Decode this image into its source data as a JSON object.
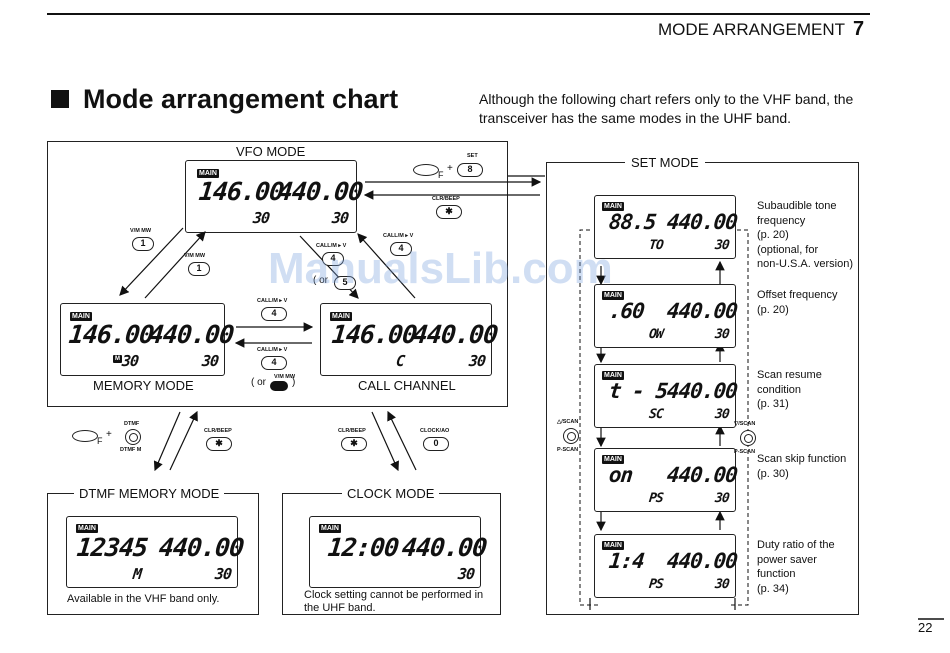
{
  "header": {
    "section_title": "MODE ARRANGEMENT",
    "section_number": "7"
  },
  "heading": "Mode arrangement chart",
  "intro": "Although the following chart refers only to the VHF band, the transceiver has the same modes in the UHF band.",
  "watermark": "ManualsLib.com",
  "page_number": "22",
  "main_badge": "MAIN",
  "vfo": {
    "title": "VFO MODE",
    "freq_a": "146.00",
    "freq_b": "440.00",
    "sub_a": "30",
    "sub_b": "30"
  },
  "memory": {
    "label": "MEMORY MODE",
    "freq_a": "146.00",
    "freq_b": "440.00",
    "sub_a": "30",
    "sub_b": "30",
    "mem_icon": "M"
  },
  "call": {
    "label": "CALL CHANNEL",
    "freq_a": "146.00",
    "freq_b": "440.00",
    "sub_a": "C",
    "sub_b": "30"
  },
  "keys": {
    "f_label": "F",
    "plus": "+",
    "set": "SET",
    "set_key": "8",
    "clr_beep": "CLR/BEEP",
    "clr_key": "✱",
    "vm_mw": "V/M MW",
    "vm_key": "1",
    "call_mv": "CALL/M ▸ V",
    "call_key": "4",
    "call_key_alt": "5",
    "dtmf": "DTMF",
    "dtmf_m": "DTMF M",
    "clock_ao": "CLOCK/AO",
    "clock_key": "0",
    "or_text": "( or",
    "close_paren": ")",
    "up_scan": "△/SCAN",
    "down_scan": "▽/SCAN",
    "p_scan": "P-SCAN"
  },
  "dtmf_mode": {
    "title": "DTMF MEMORY MODE",
    "freq_a": "12345",
    "freq_b": "440.00",
    "sub_a": "M",
    "sub_b": "30",
    "note": "Available in the VHF band only."
  },
  "clock_mode": {
    "title": "CLOCK MODE",
    "freq_a": "12:00",
    "freq_b": "440.00",
    "sub_b": "30",
    "note": "Clock setting cannot be performed in the UHF band."
  },
  "set_mode": {
    "title": "SET MODE",
    "items": [
      {
        "freq_a": "88.5",
        "freq_b": "440.00",
        "sub_a": "TO",
        "sub_b": "30",
        "desc": [
          "Subaudible tone",
          "frequency",
          "(p. 20)",
          "(optional, for",
          "non-U.S.A. version)"
        ]
      },
      {
        "freq_a": ".60",
        "freq_b": "440.00",
        "sub_a": "OW",
        "sub_b": "30",
        "desc": [
          "Offset frequency",
          "(p. 20)"
        ]
      },
      {
        "freq_a": "t - 5",
        "freq_b": "440.00",
        "sub_a": "SC",
        "sub_b": "30",
        "desc": [
          "Scan resume",
          "condition",
          "(p. 31)"
        ]
      },
      {
        "freq_a": "on",
        "freq_b": "440.00",
        "sub_a": "PS",
        "sub_b": "30",
        "desc": [
          "Scan skip function",
          "(p. 30)"
        ]
      },
      {
        "freq_a": "1:4",
        "freq_b": "440.00",
        "sub_a": "PS",
        "sub_b": "30",
        "desc": [
          "Duty ratio of the",
          "power saver",
          "function",
          "(p. 34)"
        ]
      }
    ]
  }
}
